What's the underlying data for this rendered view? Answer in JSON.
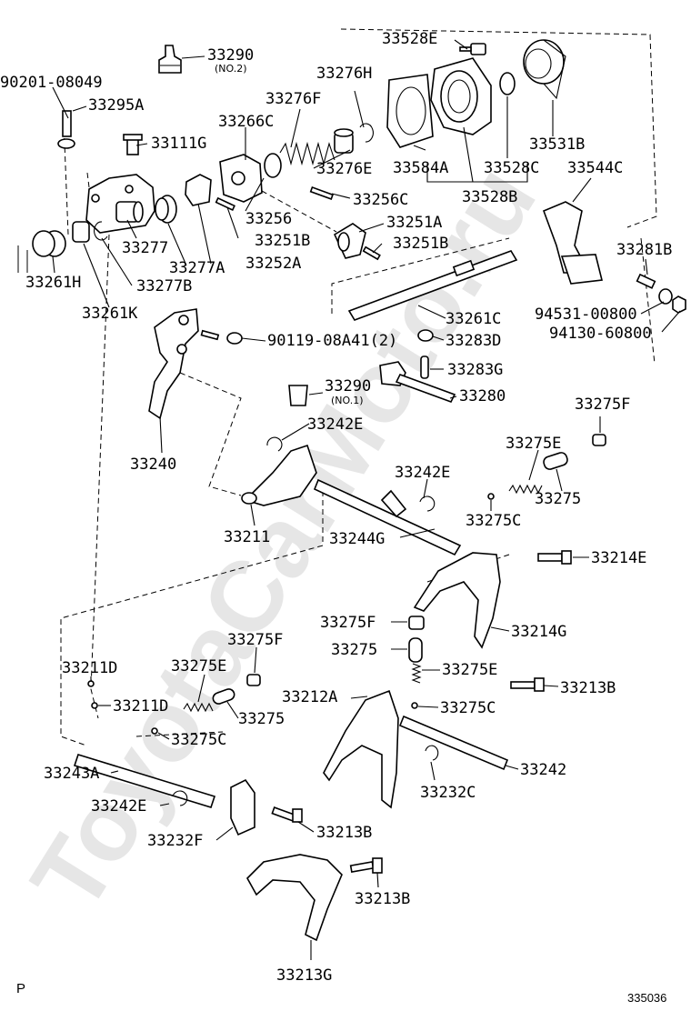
{
  "watermark": "ToyotaCarMoto.ru",
  "page_code": "P",
  "figure_number": "335036",
  "labels": {
    "l33290a": "33290",
    "l33290a_sub": "(NO.2)",
    "l90201": "90201-08049",
    "l33295a": "33295A",
    "l33111g": "33111G",
    "l33266c": "33266C",
    "l33276h": "33276H",
    "l33276f": "33276F",
    "l33276e": "33276E",
    "l33256c": "33256C",
    "l33256": "33256",
    "l33251a": "33251A",
    "l33251b1": "33251B",
    "l33251b2": "33251B",
    "l33252a": "33252A",
    "l33277": "33277",
    "l33277a": "33277A",
    "l33277b": "33277B",
    "l33261h": "33261H",
    "l33261k": "33261K",
    "l33528e": "33528E",
    "l33531b": "33531B",
    "l33584a": "33584A",
    "l33528c": "33528C",
    "l33528b": "33528B",
    "l33544c": "33544C",
    "l33281b": "33281B",
    "l94531": "94531-00800",
    "l94130": "94130-60800",
    "l33261c": "33261C",
    "l90119": "90119-08A41(2)",
    "l33283d": "33283D",
    "l33283g": "33283G",
    "l33290b": "33290",
    "l33290b_sub": "(NO.1)",
    "l33280": "33280",
    "l33240": "33240",
    "l33242e1": "33242E",
    "l33275f1": "33275F",
    "l33275e1": "33275E",
    "l33242e2": "33242E",
    "l33275_1": "33275",
    "l33211": "33211",
    "l33275c1": "33275C",
    "l33244g": "33244G",
    "l33214e": "33214E",
    "l33275f2": "33275F",
    "l33214g": "33214G",
    "l33275_2": "33275",
    "l33275e2": "33275E",
    "l33211d1": "33211D",
    "l33275f3": "33275F",
    "l33275e3": "33275E",
    "l33212a": "33212A",
    "l33213b1": "33213B",
    "l33211d2": "33211D",
    "l33275_3": "33275",
    "l33275c2": "33275C",
    "l33275c3": "33275C",
    "l33243a": "33243A",
    "l33242": "33242",
    "l33232c": "33232C",
    "l33242e3": "33242E",
    "l33232f": "33232F",
    "l33213b2": "33213B",
    "l33213b3": "33213B",
    "l33213g": "33213G"
  },
  "colors": {
    "ink": "#000000",
    "paper": "#ffffff",
    "watermark": "#e6e6e6"
  }
}
